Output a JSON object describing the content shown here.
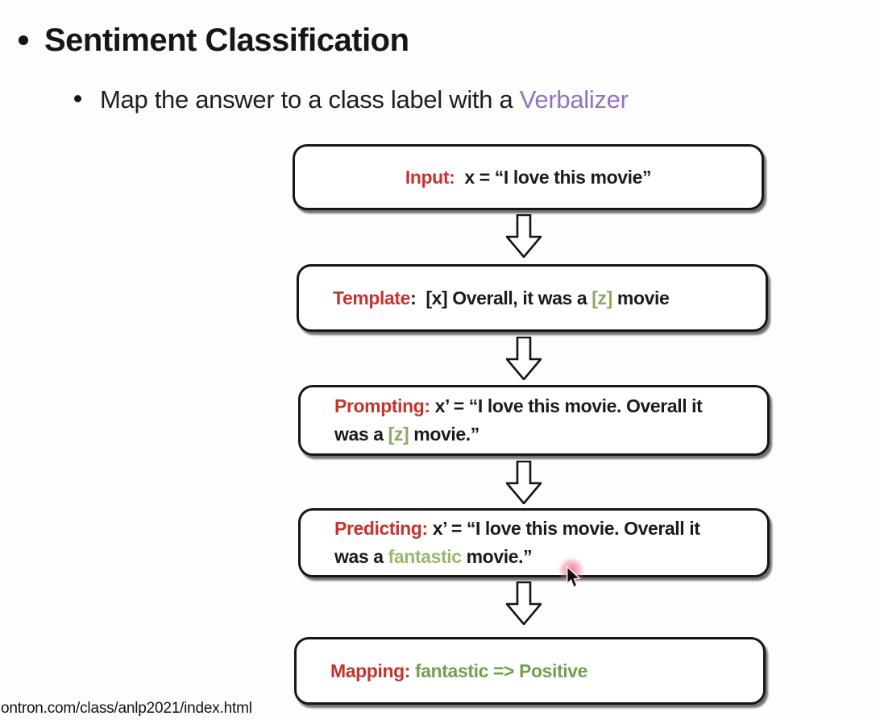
{
  "slide": {
    "title": "Sentiment Classification",
    "subtitle_prefix": "Map the answer to a class label with a ",
    "subtitle_highlight": "Verbalizer",
    "footer_url": "ontron.com/class/anlp2021/index.html"
  },
  "colors": {
    "label_red": "#c5332f",
    "slot_green": "#8ea963",
    "predicted_green": "#9ab86f",
    "mapping_green": "#70a14c",
    "verbalizer_purple": "#9173c4",
    "ink": "#1b1b1b",
    "background": "#fdfdfd"
  },
  "flowchart": {
    "arrow_icon": "down-block-arrow",
    "boxes": [
      {
        "name": "input",
        "parts": [
          {
            "text": "Input:"
          },
          {
            "text": "  x = “I love this movie”"
          }
        ]
      },
      {
        "name": "template",
        "parts": [
          {
            "text": "Template"
          },
          {
            "text": ":  [x] Overall, it was a "
          },
          {
            "text": "[z]"
          },
          {
            "text": " movie"
          }
        ]
      },
      {
        "name": "prompting",
        "parts": [
          {
            "text": "Prompting:"
          },
          {
            "text": " x’ = “I love this movie. Overall it"
          },
          {
            "text": "was a "
          },
          {
            "text": "[z]"
          },
          {
            "text": " movie.”"
          }
        ]
      },
      {
        "name": "predicting",
        "parts": [
          {
            "text": "Predicting:"
          },
          {
            "text": " x’ = “I love this movie. Overall it"
          },
          {
            "text": "was a "
          },
          {
            "text": "fantastic"
          },
          {
            "text": " movie.”"
          }
        ]
      },
      {
        "name": "mapping",
        "parts": [
          {
            "text": "Mapping:"
          },
          {
            "text": " fantastic => Positive"
          }
        ]
      }
    ]
  }
}
